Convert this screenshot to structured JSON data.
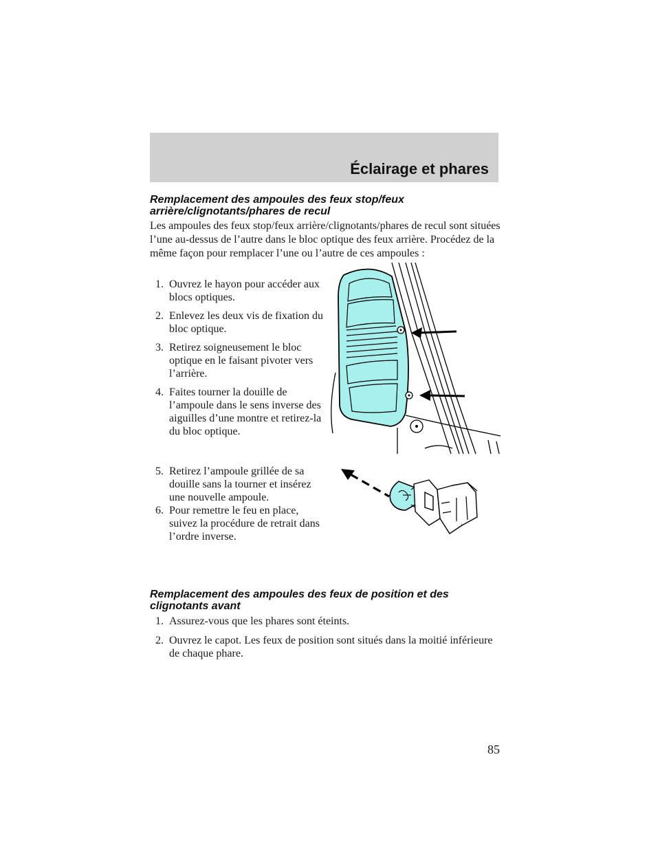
{
  "header": {
    "title": "Éclairage et phares"
  },
  "section1": {
    "title": "Remplacement des ampoules des feux stop/feux arrière/clignotants/phares de recul",
    "intro": "Les ampoules des feux stop/feux arrière/clignotants/phares de recul sont situées l’une au-dessus de l’autre dans le bloc optique des feux arrière. Procédez de la même façon pour remplacer l’une ou l’autre de ces ampoules :",
    "steps": [
      {
        "num": "1.",
        "text": "Ouvrez le hayon pour accéder aux blocs optiques."
      },
      {
        "num": "2.",
        "text": "Enlevez les deux vis de fixation du bloc optique."
      },
      {
        "num": "3.",
        "text": "Retirez soigneusement le bloc optique en le faisant pivoter vers l’arrière."
      },
      {
        "num": "4.",
        "text": "Faites tourner la douille de l’ampoule dans le sens inverse des aiguilles d’une montre et retirez-la du bloc optique."
      },
      {
        "num": "5.",
        "text": "Retirez l’ampoule grillée de sa douille sans la tourner et insérez une nouvelle ampoule."
      },
      {
        "num": "6.",
        "text": "Pour remettre le feu en place, suivez la procédure de retrait dans l’ordre inverse."
      }
    ]
  },
  "section2": {
    "title": "Remplacement des ampoules des feux de position et des clignotants avant",
    "steps": [
      {
        "num": "1.",
        "text": "Assurez-vous que les phares sont éteints."
      },
      {
        "num": "2.",
        "text": "Ouvrez le capot. Les feux de position sont situés dans la moitié inférieure de chaque phare."
      }
    ]
  },
  "colors": {
    "lamp_fill": "#a8f0ee",
    "header_band": "#d0d0d0"
  },
  "page_number": "85"
}
